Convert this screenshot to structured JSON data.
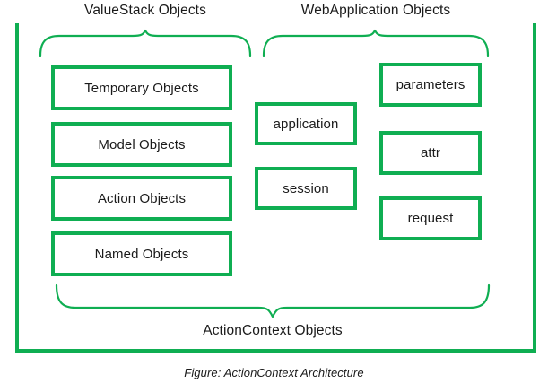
{
  "figure": {
    "caption": "Figure: ActionContext Architecture",
    "accent_color": "#0FAE52",
    "text_color": "#1a1a1a",
    "background_color": "#ffffff"
  },
  "groups": {
    "valuestack_label": "ValueStack Objects",
    "webapplication_label": "WebApplication Objects",
    "actioncontext_label": "ActionContext Objects"
  },
  "columns": {
    "valuestack": [
      {
        "label": "Temporary Objects"
      },
      {
        "label": "Model Objects"
      },
      {
        "label": "Action Objects"
      },
      {
        "label": "Named Objects"
      }
    ],
    "webapplication_middle": [
      {
        "label": "application"
      },
      {
        "label": "session"
      }
    ],
    "webapplication_right": [
      {
        "label": "parameters"
      },
      {
        "label": "attr"
      },
      {
        "label": "request"
      }
    ]
  }
}
